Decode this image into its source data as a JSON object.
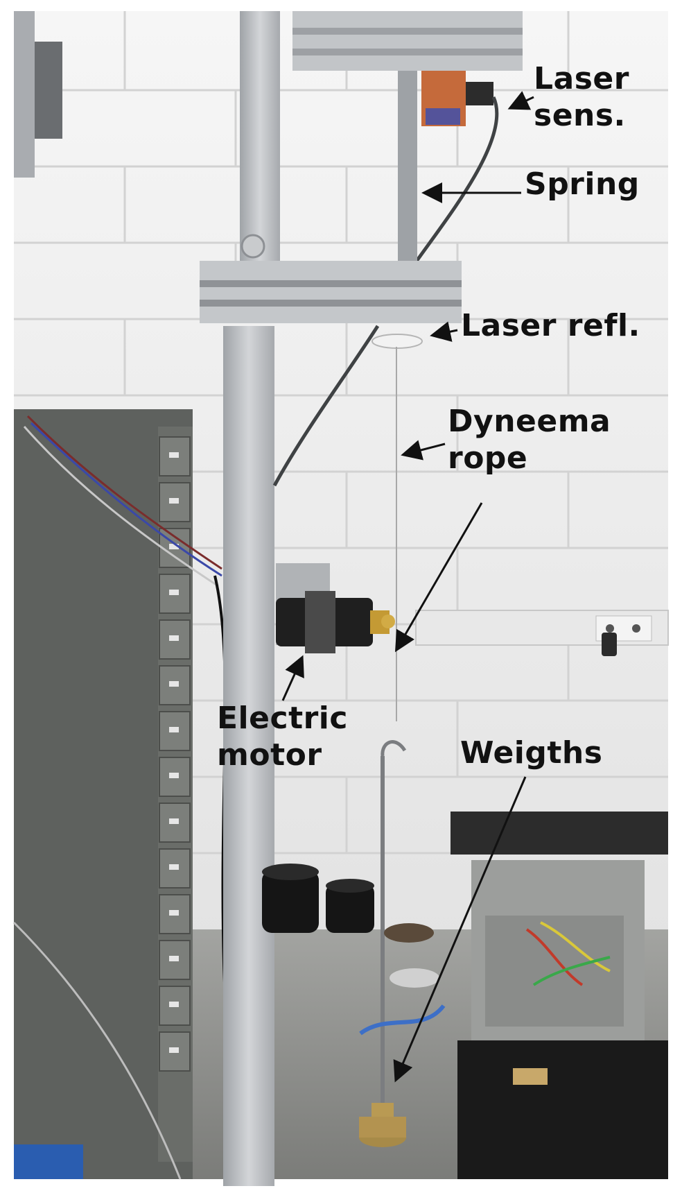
{
  "labels": {
    "laser_sensor": "Laser\nsens.",
    "spring": "Spring",
    "laser_reflector": "Laser refl.",
    "dyneema_rope": "Dyneema\nrope",
    "electric_motor": "Electric\nmotor",
    "weights": "Weigths"
  },
  "colors": {
    "wall": "#ececec",
    "mortar": "#d6d6d6",
    "frame": "#b9bcc0",
    "cabinet": "#5a5d5a",
    "floor": "#8e8f8c",
    "arrow": "#111111"
  }
}
